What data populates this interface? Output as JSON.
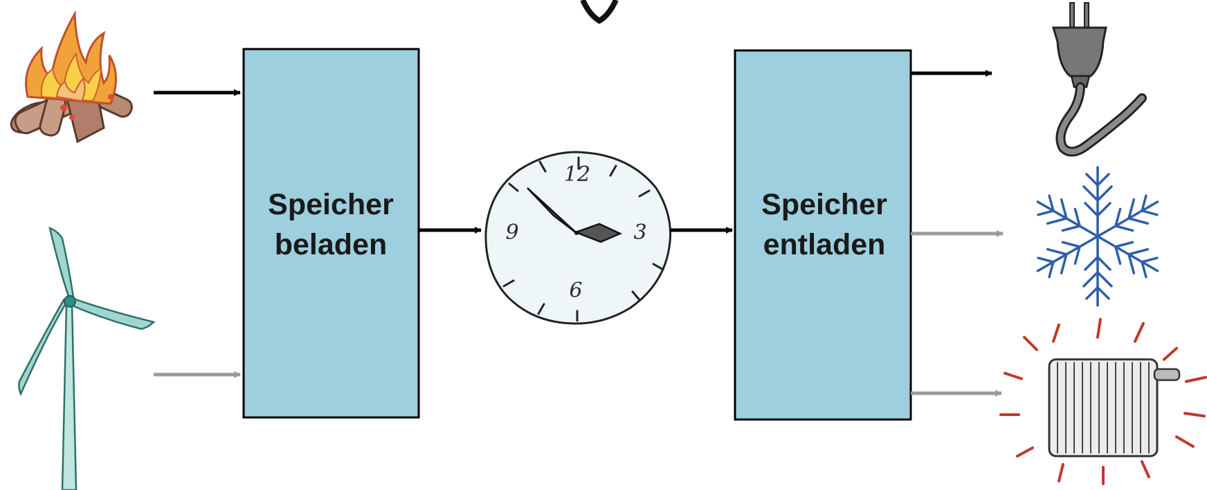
{
  "diagram": {
    "charge_box": {
      "line1": "Speicher",
      "line2": "beladen"
    },
    "discharge_box": {
      "line1": "Speicher",
      "line2": "entladen"
    },
    "clock": {
      "numbers": [
        "12",
        "3",
        "6",
        "9"
      ]
    },
    "colors": {
      "box_fill": "#9dcfdf",
      "electric_arrow": "#000000",
      "thermal_arrow": "#9a9a9a"
    },
    "inputs": [
      "fire-icon",
      "wind-turbine-icon"
    ],
    "outputs": [
      "power-plug-icon",
      "snowflake-icon",
      "radiator-icon"
    ]
  }
}
